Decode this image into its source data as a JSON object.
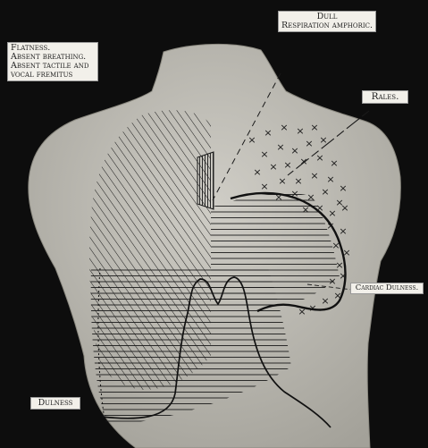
{
  "annotations": {
    "flatness": {
      "lines": [
        "Flatness.",
        "Absent breathing.",
        "Absent tactile and",
        "vocal fremitus"
      ]
    },
    "dull": {
      "lines": [
        "Dull",
        "Respiration amphoric."
      ]
    },
    "rales": {
      "text": "Rales."
    },
    "cardiac_dulness": {
      "text": "Cardiac Dulness."
    },
    "dulness": {
      "text": "Dulness"
    }
  },
  "colors": {
    "background": "#0d0d0d",
    "skin": "#b9b7b0",
    "ink": "#1a1a1a",
    "label_paper": "#f2f0ea"
  },
  "markings": {
    "rales_symbol": "×",
    "rales_count": 42
  }
}
